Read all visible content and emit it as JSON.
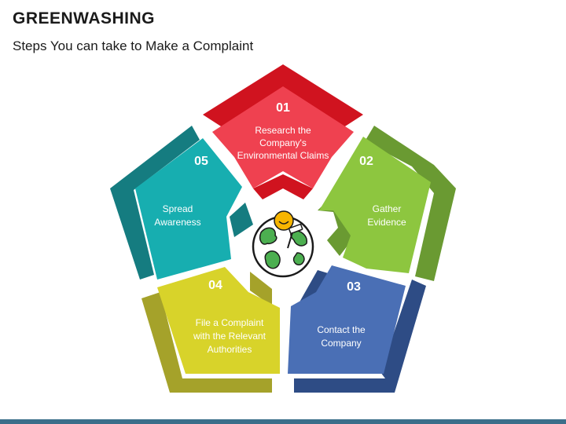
{
  "header": {
    "title": "GREENWASHING",
    "subtitle": "Steps You can take to Make a Complaint"
  },
  "steps": [
    {
      "number": "01",
      "label_lines": [
        "Research the",
        "Company's",
        "Environmental Claims"
      ],
      "color_light": "#ef4150",
      "color_dark": "#d0131f"
    },
    {
      "number": "02",
      "label_lines": [
        "Gather",
        "Evidence"
      ],
      "color_light": "#8dc63f",
      "color_dark": "#6a9a32"
    },
    {
      "number": "03",
      "label_lines": [
        "Contact the",
        "Company"
      ],
      "color_light": "#4a6fb5",
      "color_dark": "#2e4c85"
    },
    {
      "number": "04",
      "label_lines": [
        "File a Complaint",
        "with the Relevant",
        "Authorities"
      ],
      "color_light": "#d8d32a",
      "color_dark": "#a5a22a"
    },
    {
      "number": "05",
      "label_lines": [
        "Spread",
        "Awareness"
      ],
      "color_light": "#17aeb0",
      "color_dark": "#157c80"
    }
  ],
  "center_icon": "earth-globe-icon",
  "colors": {
    "bottom_bar": "#3b6e8a"
  }
}
